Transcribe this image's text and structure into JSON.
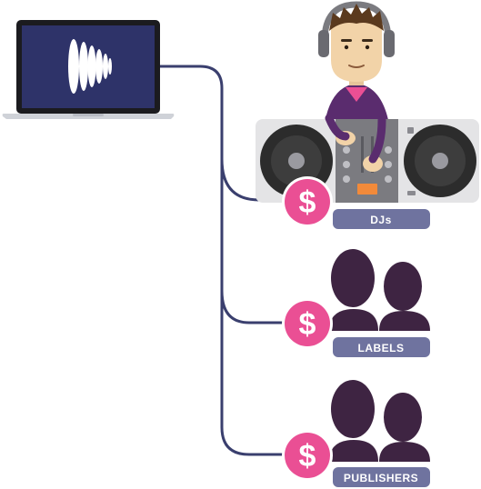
{
  "colors": {
    "connector": "#3a3f6e",
    "laptop_screen": "#2e3369",
    "laptop_body": "#cfd2d8",
    "badge": "#ea4f94",
    "pill": "#6f739f",
    "silhouette": "#3e2442",
    "deck": "#e4e4e6",
    "platter": "#2c2c2c",
    "hoodie": "#5a2c6e"
  },
  "icons": {
    "laptop": "laptop-icon",
    "logo": "waveform-logo-icon",
    "dj": "dj-turntable-icon",
    "labels": "people-silhouette-icon",
    "publishers": "people-silhouette-icon",
    "badge": "dollar-badge-icon"
  },
  "recipients": [
    {
      "label": "DJs",
      "badge_symbol": "$"
    },
    {
      "label": "LABELS",
      "badge_symbol": "$"
    },
    {
      "label": "PUBLISHERS",
      "badge_symbol": "$"
    }
  ]
}
